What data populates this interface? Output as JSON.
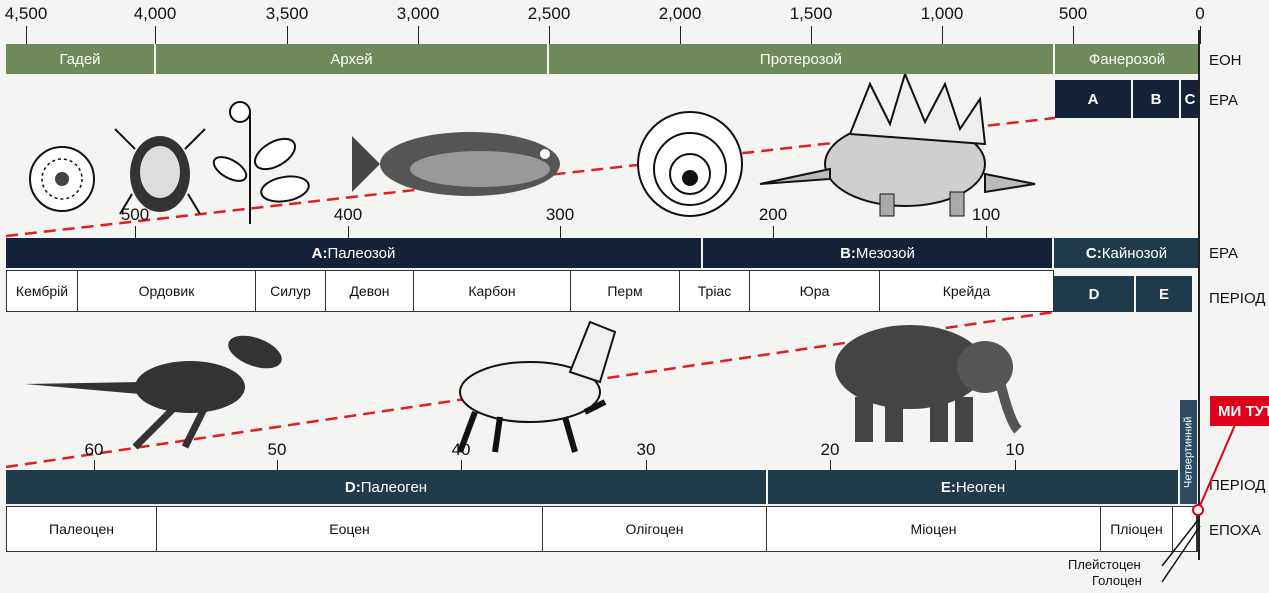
{
  "top_axis": [
    "4,500",
    "4,000",
    "3,500",
    "3,000",
    "2,500",
    "2,000",
    "1,500",
    "1,000",
    "500",
    "0"
  ],
  "eons": [
    "Гадей",
    "Архей",
    "Протерозой",
    "Фанерозой"
  ],
  "phanero_eras": [
    "A",
    "B",
    "C"
  ],
  "row_labels": {
    "eon": "ЕОН",
    "era": "ЕРА",
    "era2": "ЕРА",
    "period": "ПЕРІОД",
    "period2": "ПЕРІОД",
    "epoch": "ЕПОХА"
  },
  "mid_axis": [
    "500",
    "400",
    "300",
    "200",
    "100"
  ],
  "eras": [
    {
      "letter": "A:",
      "name": "Палеозой"
    },
    {
      "letter": "B:",
      "name": "Мезозой"
    },
    {
      "letter": "C:",
      "name": "Кайнозой"
    }
  ],
  "periods": [
    "Кембрій",
    "Ордовик",
    "Силур",
    "Девон",
    "Карбон",
    "Перм",
    "Тріас",
    "Юра",
    "Крейда"
  ],
  "ceno_periods": [
    "D",
    "E"
  ],
  "bottom_axis": [
    "60",
    "50",
    "40",
    "30",
    "20",
    "10"
  ],
  "cenozoic_periods": [
    {
      "letter": "D:",
      "name": "Палеоген"
    },
    {
      "letter": "E:",
      "name": "Неоген"
    }
  ],
  "quaternary": "Четвертинний",
  "epochs": [
    "Палеоцен",
    "Еоцен",
    "Олігоцен",
    "Міоцен",
    "Пліоцен"
  ],
  "small_epochs": [
    "Плейстоцен",
    "Голоцен"
  ],
  "we_are_here": "МИ ТУТ",
  "colors": {
    "eon_green": "#6e8a5a",
    "era_dark": "#15233a",
    "highlight_red": "#e0001b",
    "dash_red": "#e02020"
  },
  "icons": [
    "cell-icon",
    "bug-icon",
    "plant-icon",
    "fish-icon",
    "shell-icon",
    "stegosaurus-icon",
    "dinosaur-icon",
    "horse-icon",
    "elephant-icon"
  ]
}
